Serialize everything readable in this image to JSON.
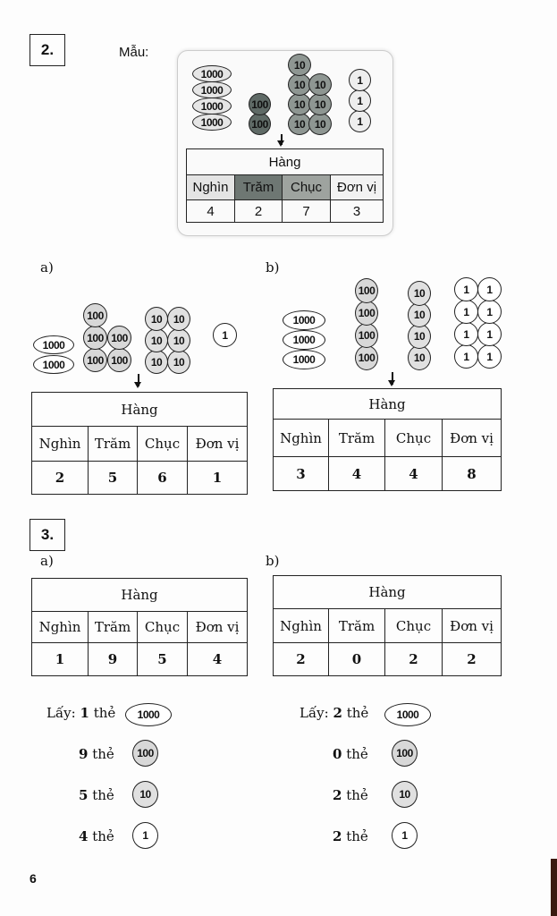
{
  "exercise2": {
    "number": "2.",
    "sample_label": "Mẫu:",
    "sample": {
      "coins": {
        "thousands": 4,
        "hundreds": 2,
        "tens": 7,
        "ones": 3
      },
      "table": {
        "title": "Hàng",
        "headers": [
          "Nghìn",
          "Trăm",
          "Chục",
          "Đơn vị"
        ],
        "values": [
          "4",
          "2",
          "7",
          "3"
        ]
      }
    },
    "a": {
      "label": "a)",
      "coins": {
        "thousands": 2,
        "hundreds": 5,
        "tens": 6,
        "ones": 1
      },
      "table": {
        "title": "Hàng",
        "headers": [
          "Nghìn",
          "Trăm",
          "Chục",
          "Đơn vị"
        ],
        "values": [
          "2",
          "5",
          "6",
          "1"
        ]
      }
    },
    "b": {
      "label": "b)",
      "coins": {
        "thousands": 3,
        "hundreds": 4,
        "tens": 4,
        "ones": 8
      },
      "table": {
        "title": "Hàng",
        "headers": [
          "Nghìn",
          "Trăm",
          "Chục",
          "Đơn vị"
        ],
        "values": [
          "3",
          "4",
          "4",
          "8"
        ]
      }
    }
  },
  "coin_labels": {
    "thousand": "1000",
    "hundred": "100",
    "ten": "10",
    "one": "1"
  },
  "colors": {
    "hundred_dark": "#5f6a66",
    "ten_dark": "#8e9692",
    "thousand_light": "#e6e6e6",
    "one_light": "#eeeeee",
    "hundred_light": "#d8d8d8",
    "ten_light": "#e0e0e0",
    "sample_tram_header": "#6e7773",
    "sample_chuc_header": "#9ea39f",
    "sample_nghin_header": "#e4e4e4"
  },
  "exercise3": {
    "number": "3.",
    "a": {
      "label": "a)",
      "table": {
        "title": "Hàng",
        "headers": [
          "Nghìn",
          "Trăm",
          "Chục",
          "Đơn vị"
        ],
        "values": [
          "1",
          "9",
          "5",
          "4"
        ]
      },
      "take": [
        {
          "prefix": "Lấy:",
          "count": "1",
          "unit": "thẻ",
          "coin": "1000"
        },
        {
          "prefix": "",
          "count": "9",
          "unit": "thẻ",
          "coin": "100"
        },
        {
          "prefix": "",
          "count": "5",
          "unit": "thẻ",
          "coin": "10"
        },
        {
          "prefix": "",
          "count": "4",
          "unit": "thẻ",
          "coin": "1"
        }
      ]
    },
    "b": {
      "label": "b)",
      "table": {
        "title": "Hàng",
        "headers": [
          "Nghìn",
          "Trăm",
          "Chục",
          "Đơn vị"
        ],
        "values": [
          "2",
          "0",
          "2",
          "2"
        ]
      },
      "take": [
        {
          "prefix": "Lấy:",
          "count": "2",
          "unit": "thẻ",
          "coin": "1000"
        },
        {
          "prefix": "",
          "count": "0",
          "unit": "thẻ",
          "coin": "100"
        },
        {
          "prefix": "",
          "count": "2",
          "unit": "thẻ",
          "coin": "10"
        },
        {
          "prefix": "",
          "count": "2",
          "unit": "thẻ",
          "coin": "1"
        }
      ]
    }
  },
  "page_number": "6"
}
